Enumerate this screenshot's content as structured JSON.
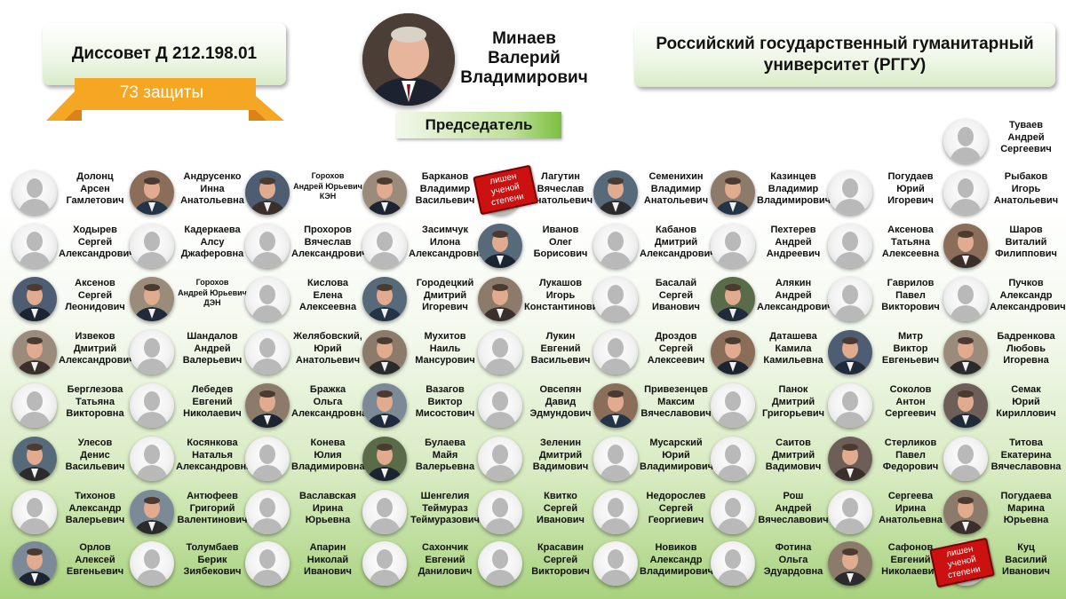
{
  "header": {
    "council": "Диссовет Д 212.198.01",
    "defenses": "73 защиты",
    "university": "Российский государственный гуманитарный университет (РГГУ)",
    "chair_name": "Минаев\nВалерий\nВладимирович",
    "chair_role": "Председатель"
  },
  "colors": {
    "ribbon": "#f5a623",
    "ribbon_dark": "#d9831a",
    "stamp": "#cc1111",
    "role_bar": "#7bbf3f"
  },
  "stamp_text": "лишен ученой степени",
  "members": [
    {
      "name": "Туваев\nАндрей\nСергеевич",
      "photo": false
    },
    {
      "name": "Долонц\nАрсен\nГамлетович",
      "photo": false
    },
    {
      "name": "Андрусенко\nИнна\nАнатольевна",
      "photo": true
    },
    {
      "name": "Горохов\nАндрей Юрьевич\nКЭН",
      "photo": true
    },
    {
      "name": "Барканов\nВладимир\nВасильевич",
      "photo": true
    },
    {
      "name": "Лагутин\nВячеслав\nАнатольевич",
      "photo": false
    },
    {
      "name": "Семенихин\nВладимир\nАнатольевич",
      "photo": true
    },
    {
      "name": "Казинцев\nВладимир\nВладимирович",
      "photo": true
    },
    {
      "name": "Погудаев\nЮрий\nИгоревич",
      "photo": false
    },
    {
      "name": "Рыбаков\nИгорь\nАнатольевич",
      "photo": false
    },
    {
      "name": "Ходырев\nСергей\nАлександрович",
      "photo": false
    },
    {
      "name": "Кадеркаева\nАлсу\nДжаферовна",
      "photo": false
    },
    {
      "name": "Прохоров\nВячеслав\nАлександрович",
      "photo": false
    },
    {
      "name": "Засимчук\nИлона\nАлександровна",
      "photo": false
    },
    {
      "name": "Иванов\nОлег\nБорисович",
      "photo": true
    },
    {
      "name": "Кабанов\nДмитрий\nАлександрович",
      "photo": false
    },
    {
      "name": "Пехтерев\nАндрей\nАндреевич",
      "photo": false
    },
    {
      "name": "Аксенова\nТатьяна\nАлексеевна",
      "photo": false
    },
    {
      "name": "Шаров\nВиталий\nФилиппович",
      "photo": true
    },
    {
      "name": "Аксенов\nСергей\nЛеонидович",
      "photo": true
    },
    {
      "name": "Горохов\nАндрей Юрьевич\nДЭН",
      "photo": true
    },
    {
      "name": "Кислова\nЕлена\nАлексеевна",
      "photo": false
    },
    {
      "name": "Городецкий\nДмитрий\nИгоревич",
      "photo": true
    },
    {
      "name": "Лукашов\nИгорь\nКонстантинович",
      "photo": true
    },
    {
      "name": "Басалай\nСергей\nИванович",
      "photo": false
    },
    {
      "name": "Алякин\nАндрей\nАлександрович",
      "photo": true
    },
    {
      "name": "Гаврилов\nПавел\nВикторович",
      "photo": false
    },
    {
      "name": "Пучков\nАлександр\nАлександрович",
      "photo": false
    },
    {
      "name": "Извеков\nДмитрий\nАлександрович",
      "photo": true
    },
    {
      "name": "Шандалов\nАндрей\nВалерьевич",
      "photo": false
    },
    {
      "name": "Желябовский,\nЮрий\nАнатольевич",
      "photo": false
    },
    {
      "name": "Мухитов\nНаиль\nМансурович",
      "photo": true
    },
    {
      "name": "Лукин\nЕвгений\nВасильевич",
      "photo": false
    },
    {
      "name": "Дроздов\nСергей\nАлексеевич",
      "photo": false
    },
    {
      "name": "Даташева\nКамила\nКамильевна",
      "photo": true
    },
    {
      "name": "Митр\nВиктор\nЕвгеньевич",
      "photo": true
    },
    {
      "name": "Бадренкова\nЛюбовь\nИгоревна",
      "photo": true
    },
    {
      "name": "Берглезова\nТатьяна\nВикторовна",
      "photo": false
    },
    {
      "name": "Лебедев\nЕвгений\nНиколаевич",
      "photo": false
    },
    {
      "name": "Бражка\nОльга\nАлександровна",
      "photo": true
    },
    {
      "name": "Вазагов\nВиктор\nМисостович",
      "photo": true
    },
    {
      "name": "Овсепян\nДавид\nЭдмундович",
      "photo": false
    },
    {
      "name": "Привезенцев\nМаксим\nВячеславович",
      "photo": true
    },
    {
      "name": "Панок\nДмитрий\nГригорьевич",
      "photo": false
    },
    {
      "name": "Соколов\nАнтон\nСергеевич",
      "photo": false
    },
    {
      "name": "Семак\nЮрий\nКириллович",
      "photo": true
    },
    {
      "name": "Улесов\nДенис\nВасильевич",
      "photo": true
    },
    {
      "name": "Косянкова\nНаталья\nАлександровна",
      "photo": false
    },
    {
      "name": "Конева\nЮлия\nВладимировна",
      "photo": false
    },
    {
      "name": "Булаева\nМайя\nВалерьевна",
      "photo": true
    },
    {
      "name": "Зеленин\nДмитрий\nВадимович",
      "photo": false
    },
    {
      "name": "Мусарский\nЮрий\nВладимирович",
      "photo": false
    },
    {
      "name": "Саитов\nДмитрий\nВадимович",
      "photo": false
    },
    {
      "name": "Стерликов\nПавел\nФедорович",
      "photo": true
    },
    {
      "name": "Титова\nЕкатерина\nВячеславовна",
      "photo": false
    },
    {
      "name": "Тихонов\nАлександр\nВалерьевич",
      "photo": false
    },
    {
      "name": "Антюфеев\nГригорий\nВалентинович",
      "photo": true
    },
    {
      "name": "Ваславская\nИрина\nЮрьевна",
      "photo": false
    },
    {
      "name": "Шенгелия\nТеймураз\nТеймуразович",
      "photo": false
    },
    {
      "name": "Квитко\nСергей\nИванович",
      "photo": false
    },
    {
      "name": "Недорослев\nСергей\nГеоргиевич",
      "photo": false
    },
    {
      "name": "Рош\nАндрей\nВячеславович",
      "photo": false
    },
    {
      "name": "Сергеева\nИрина\nАнатольевна",
      "photo": false
    },
    {
      "name": "Погудаева\nМарина\nЮрьевна",
      "photo": true
    },
    {
      "name": "Орлов\nАлексей\nЕвгеньевич",
      "photo": true
    },
    {
      "name": "Толумбаев\nБерик\nЗиябекович",
      "photo": false
    },
    {
      "name": "Апарин\nНиколай\nИванович",
      "photo": false
    },
    {
      "name": "Сахончик\nЕвгений\nДанилович",
      "photo": false
    },
    {
      "name": "Красавин\nСергей\nВикторович",
      "photo": false
    },
    {
      "name": "Новиков\nАлександр\nВладимирович",
      "photo": false
    },
    {
      "name": "Фотина\nОльга\nЭдуардовна",
      "photo": false
    },
    {
      "name": "Сафонов\nЕвгений\nНиколаевич",
      "photo": true
    },
    {
      "name": "Куц\nВасилий\nИванович",
      "photo": false
    }
  ]
}
